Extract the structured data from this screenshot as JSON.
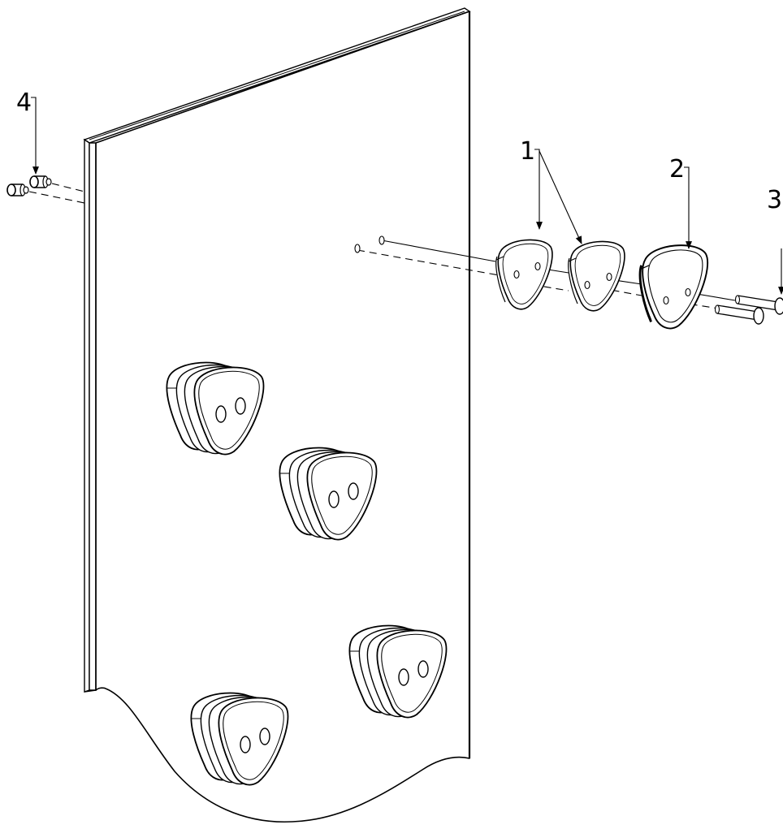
{
  "diagram": {
    "callouts": [
      {
        "id": "callout-1",
        "label": "1"
      },
      {
        "id": "callout-2",
        "label": "2"
      },
      {
        "id": "callout-3",
        "label": "3"
      },
      {
        "id": "callout-4",
        "label": "4"
      }
    ],
    "colors": {
      "line": "#000000",
      "background": "#ffffff"
    }
  }
}
